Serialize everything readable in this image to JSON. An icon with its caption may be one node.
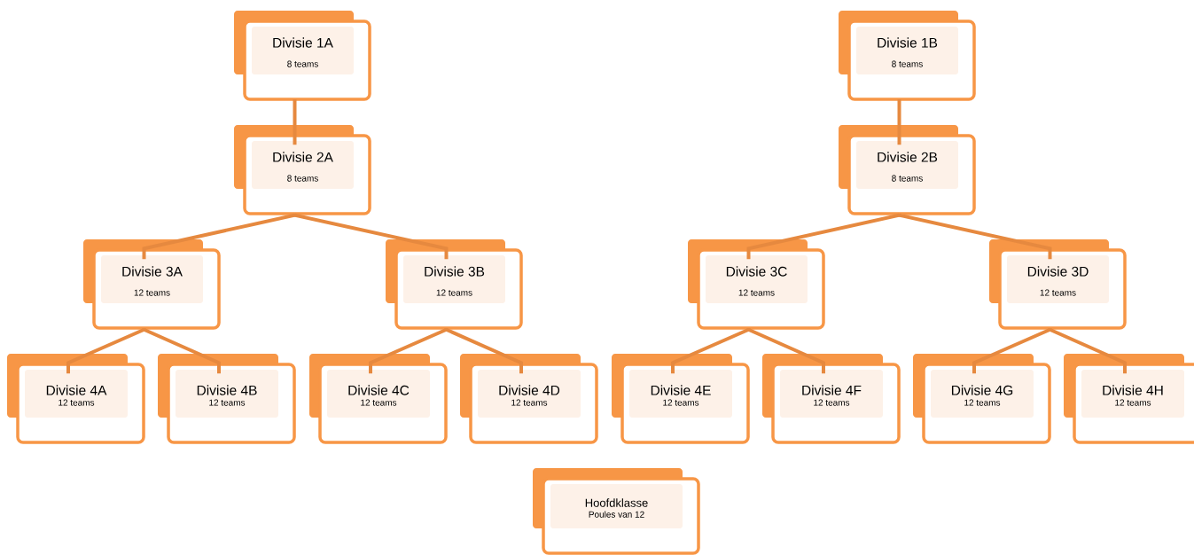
{
  "diagram": {
    "nodes": [
      {
        "text": [
          "Divisie 1A",
          "8 teams"
        ]
      },
      {
        "text": [
          "Divisie 1B",
          "8 teams"
        ]
      },
      {
        "text": [
          "Divisie 2A",
          "8 teams"
        ]
      },
      {
        "text": [
          "Divisie 2B",
          "8 teams"
        ]
      },
      {
        "text": [
          "Divisie 3A",
          "12 teams"
        ]
      },
      {
        "text": [
          "Divisie 3B",
          "12 teams"
        ]
      },
      {
        "text": [
          "Divisie 3C",
          "12 teams"
        ]
      },
      {
        "text": [
          "Divisie 3D",
          "12 teams"
        ]
      },
      {
        "text": [
          "Divisie 4A",
          "12 teams"
        ]
      },
      {
        "text": [
          "Divisie 4B",
          "12 teams"
        ]
      },
      {
        "text": [
          "Divisie 4C",
          "12 teams"
        ]
      },
      {
        "text": [
          "Divisie 4D",
          "12 teams"
        ]
      },
      {
        "text": [
          "Divisie 4E",
          "12 teams"
        ]
      },
      {
        "text": [
          "Divisie 4F",
          "12 teams"
        ]
      },
      {
        "text": [
          "Divisie 4G",
          "12 teams"
        ]
      },
      {
        "text": [
          "Divisie 4H",
          "12 teams"
        ]
      },
      {
        "text": [
          "Hoofdklasse",
          "Poules van 12"
        ]
      }
    ],
    "edges": [
      {
        "from": 0,
        "to": 2,
        "arrow": "none"
      },
      {
        "from": 1,
        "to": 3,
        "arrow": "none"
      },
      {
        "from": 2,
        "to": 4,
        "arrow": "none"
      },
      {
        "from": 2,
        "to": 5,
        "arrow": "none"
      },
      {
        "from": 3,
        "to": 6,
        "arrow": "none"
      },
      {
        "from": 3,
        "to": 7,
        "arrow": "none"
      },
      {
        "from": 4,
        "to": 8,
        "arrow": "none"
      },
      {
        "from": 4,
        "to": 9,
        "arrow": "none"
      },
      {
        "from": 5,
        "to": 10,
        "arrow": "none"
      },
      {
        "from": 5,
        "to": 11,
        "arrow": "none"
      },
      {
        "from": 6,
        "to": 12,
        "arrow": "none"
      },
      {
        "from": 6,
        "to": 13,
        "arrow": "none"
      },
      {
        "from": 7,
        "to": 14,
        "arrow": "none"
      },
      {
        "from": 7,
        "to": 15,
        "arrow": "none"
      }
    ]
  }
}
